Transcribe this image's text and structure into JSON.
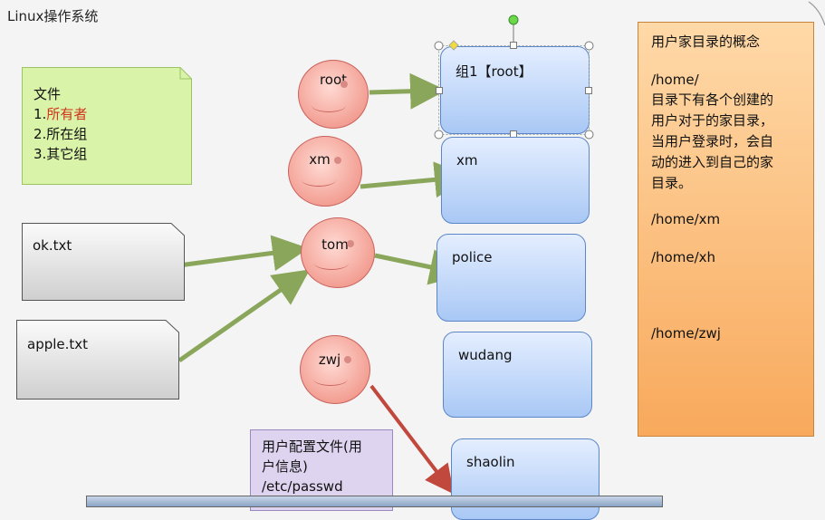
{
  "title": "Linux操作系统",
  "file_note": {
    "lines": [
      "文件",
      "1.所有者",
      "2.所在组",
      "3.其它组"
    ],
    "highlight_color": "#d0341c"
  },
  "documents": [
    {
      "label": "ok.txt"
    },
    {
      "label": "apple.txt"
    }
  ],
  "users": [
    "root",
    "xm",
    "tom",
    "zwj"
  ],
  "groups": [
    "组1【root】",
    "xm",
    "police",
    "wudang",
    "shaolin"
  ],
  "config_note": {
    "lines": [
      "用户配置文件(用",
      "户信息)",
      "/etc/passwd"
    ]
  },
  "concept": {
    "lines": [
      "用户家目录的概念",
      "/home/",
      "目录下有各个创建的",
      "用户对于的家目录，",
      "当用户登录时，会自",
      "动的进入到自己的家",
      "目录。",
      "/home/xm",
      "/home/xh",
      "/home/zwj"
    ]
  }
}
